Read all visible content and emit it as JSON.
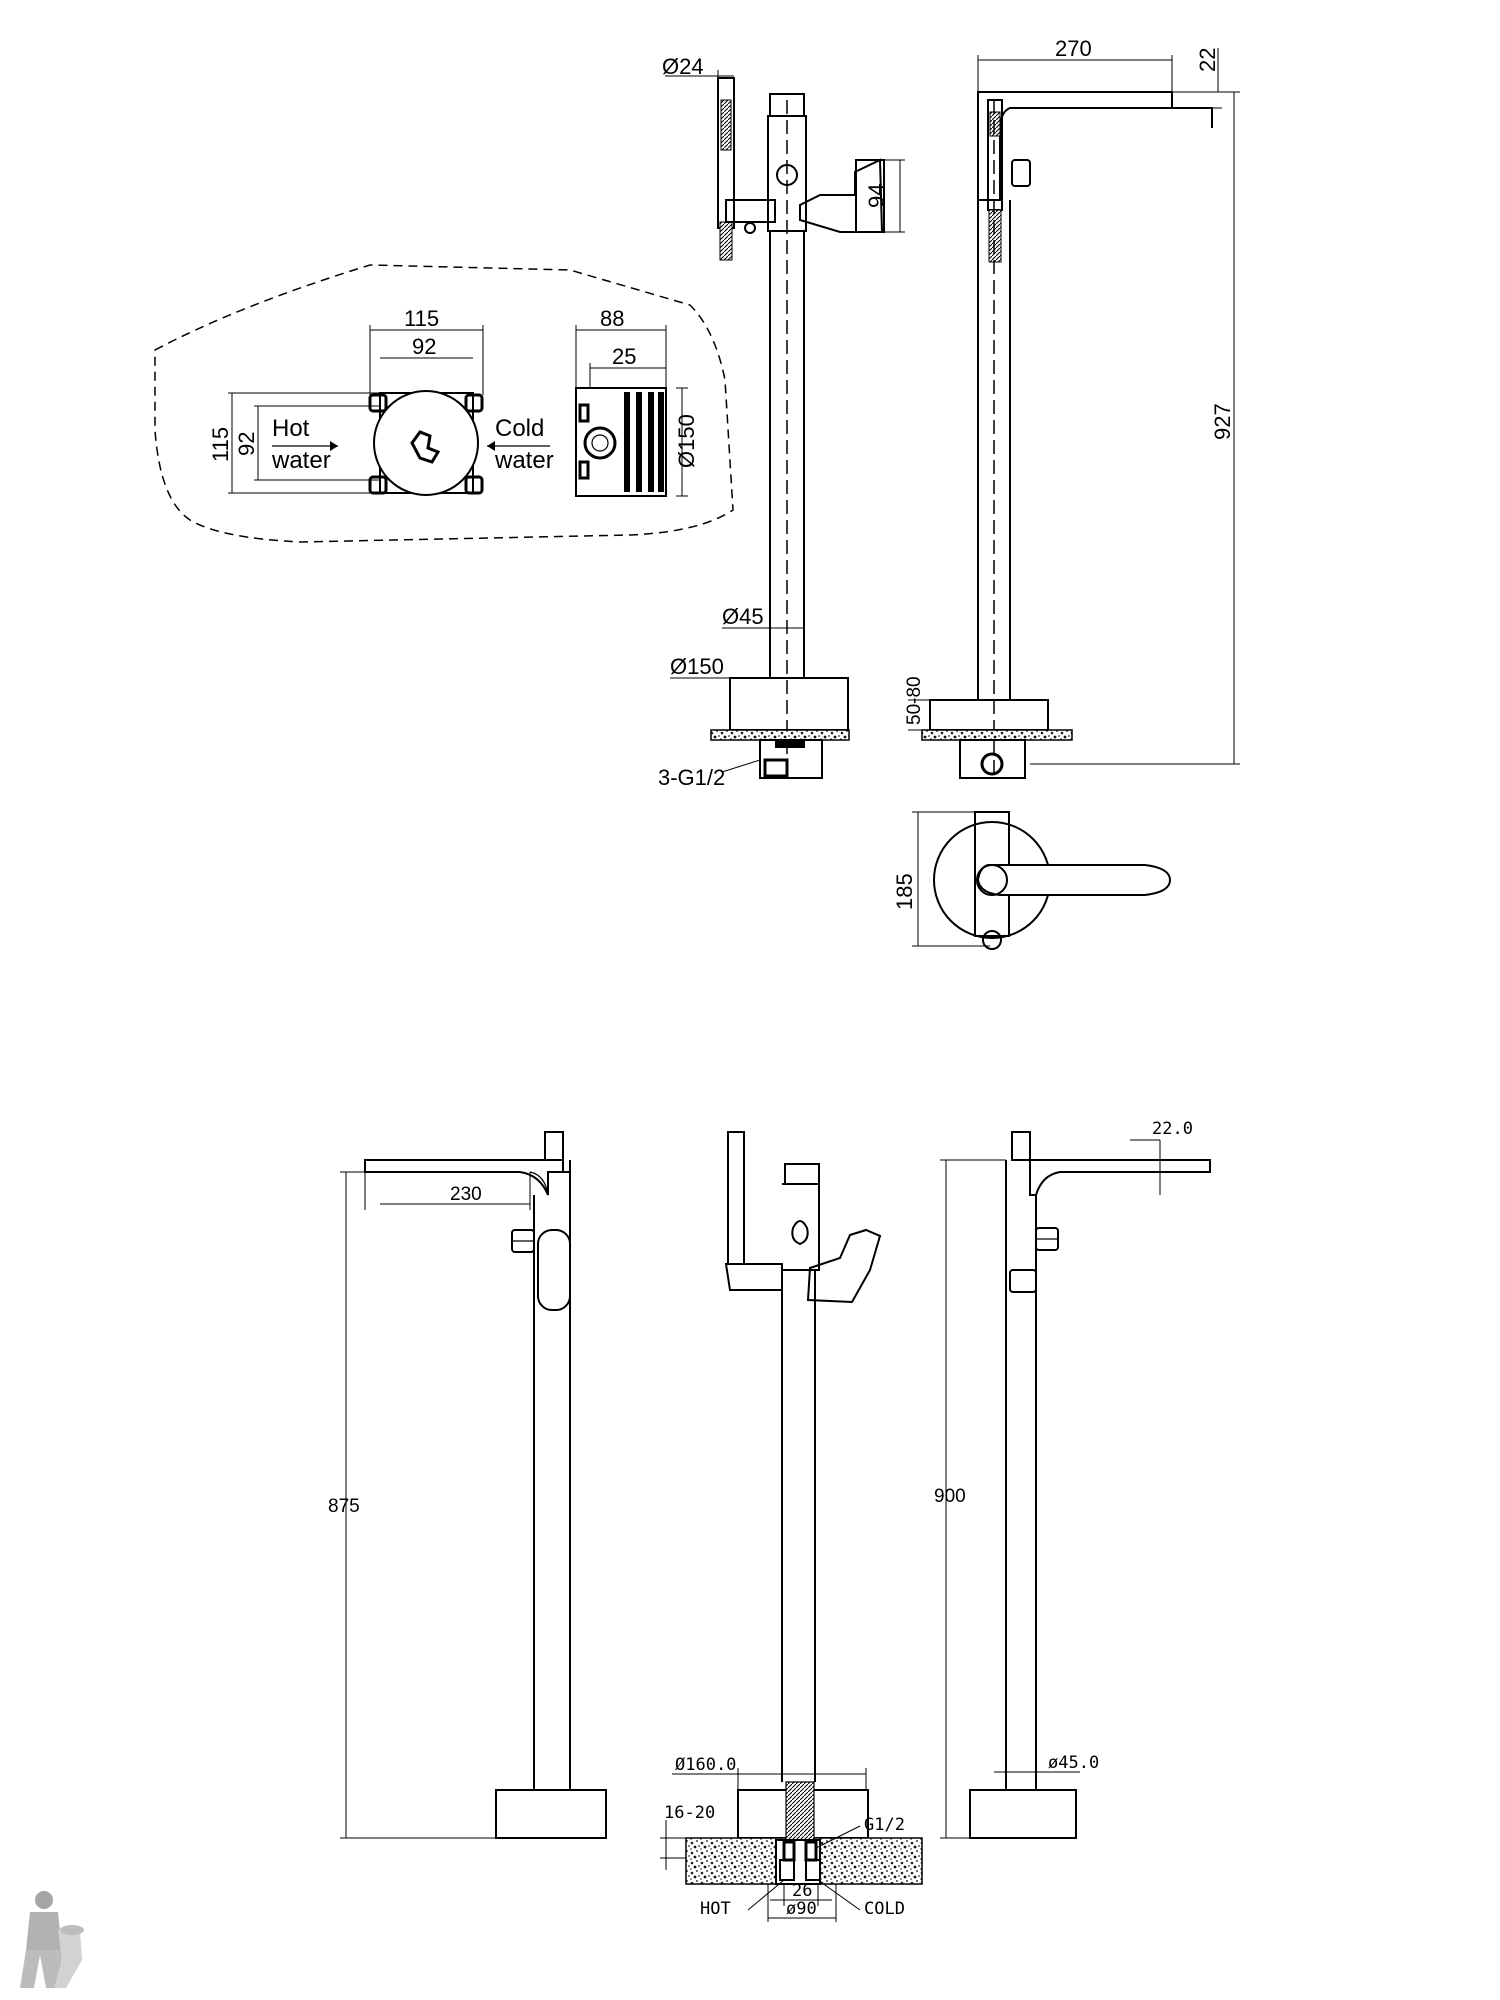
{
  "drawing": {
    "top_side_view": {
      "d_handshower": "Ø24",
      "d_pipe": "Ø45",
      "d_base": "Ø150",
      "height_94": "94",
      "connection": "3-G1/2"
    },
    "top_front_view": {
      "spout_length": "270",
      "spout_height": "22",
      "total_height": "927",
      "floor_range": "50-80"
    },
    "valve_box": {
      "width_115": "115",
      "width_92": "92",
      "height_115": "115",
      "height_92": "92",
      "hot_1": "Hot",
      "hot_2": "water",
      "cold_1": "Cold",
      "cold_2": "water",
      "depth_88": "88",
      "depth_25": "25",
      "d_150": "Ø150"
    },
    "top_plan_view": {
      "height_185": "185"
    },
    "bottom_left_view": {
      "spout_230": "230",
      "height_875": "875"
    },
    "bottom_middle_view": {
      "d_160": "Ø160.0",
      "range_16_20": "16-20",
      "g12": "G1/2",
      "w_26": "26",
      "d_90": "ø90",
      "hot": "HOT",
      "cold": "COLD"
    },
    "bottom_right_view": {
      "spout_22": "22.0",
      "height_900": "900",
      "d_45": "ø45.0"
    }
  },
  "icons": [
    "plumber-logo-icon"
  ],
  "colors": {
    "ink": "#000000",
    "paper": "#ffffff",
    "granite": "#555555"
  }
}
